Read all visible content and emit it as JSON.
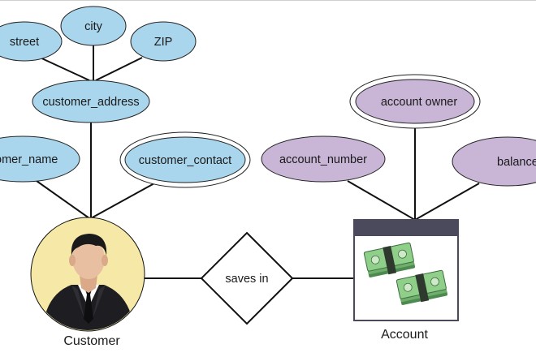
{
  "colors": {
    "customer_attribute_fill": "#a9d6ec",
    "account_attribute_fill": "#c9b5d6",
    "customer_avatar_bg": "#f6e9a7",
    "account_box_header": "#4b4a5c",
    "line": "#111111"
  },
  "customer": {
    "label": "Customer",
    "icon": "businessman-avatar-icon",
    "attributes": {
      "customer_address": "customer_address",
      "customer_name": "omer_name",
      "customer_contact": "customer_contact"
    },
    "address_parts": {
      "street": "street",
      "city": "city",
      "zip": "ZIP"
    }
  },
  "relationship": {
    "label": "saves in"
  },
  "account": {
    "label": "Account",
    "icon": "money-stacks-icon",
    "attributes": {
      "account_owner": "account owner",
      "account_number": "account_number",
      "balance": "balance"
    }
  }
}
